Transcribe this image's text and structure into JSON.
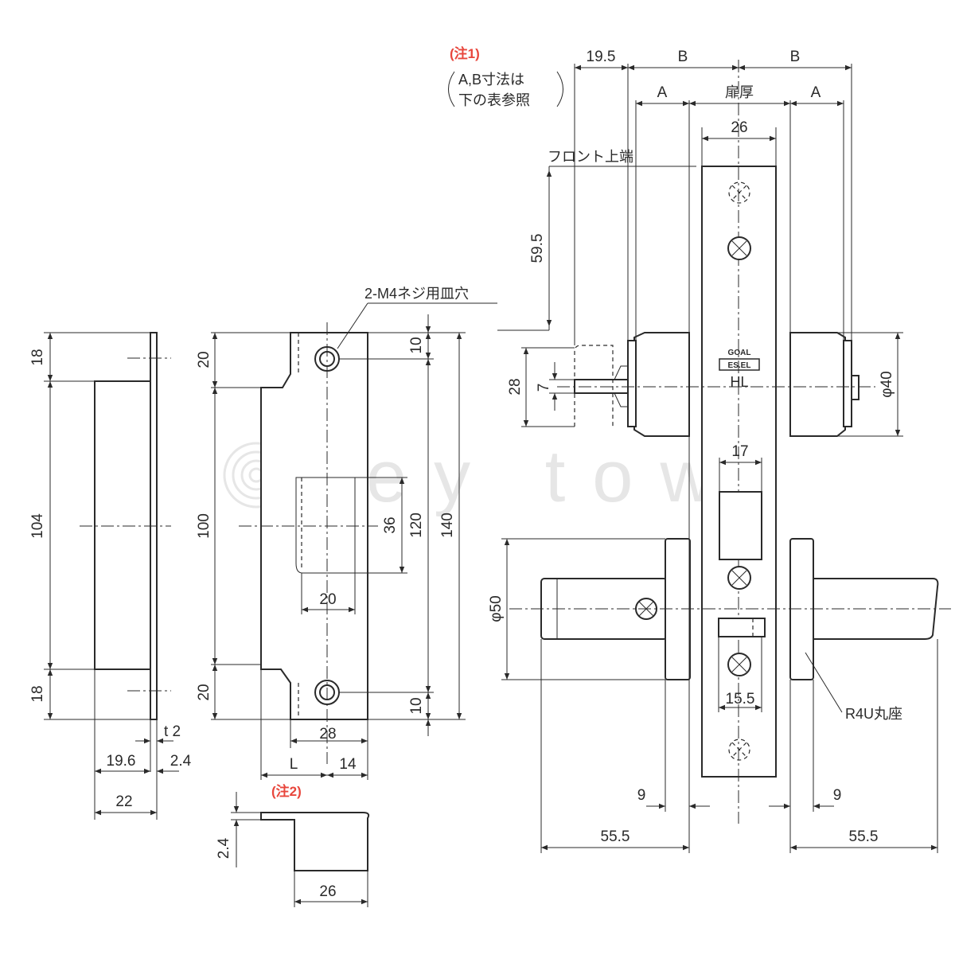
{
  "colors": {
    "line": "#2a2a2a",
    "note": "#e8463c",
    "watermark": "#e6e6e6",
    "background": "#ffffff"
  },
  "watermark": {
    "text": "key town"
  },
  "notes": {
    "note1_tag": "(注1)",
    "note1_line1": "A,B寸法は",
    "note1_line2": "下の表参照",
    "note2_tag": "(注2)"
  },
  "labels": {
    "screw_holes": "2-M4ネジ用皿穴",
    "front_top": "フロント上端",
    "door_thickness": "扉厚",
    "rosette": "R4U丸座",
    "brand_top": "GOAL",
    "brand_mid": "ES.EL",
    "hand": "HL"
  },
  "strike_box": {
    "d18_top": "18",
    "d104": "104",
    "d18_bottom": "18",
    "t2": "t 2",
    "d19_6": "19.6",
    "d2_4": "2.4",
    "d22": "22"
  },
  "strike_plate": {
    "d20_top": "20",
    "d100": "100",
    "d20_bottom": "20",
    "d10_top": "10",
    "d10_bottom": "10",
    "d36": "36",
    "d120": "120",
    "d140": "140",
    "d20_opening": "20",
    "d28": "28",
    "dL": "L",
    "d14": "14"
  },
  "strike_side": {
    "d2_4": "2.4",
    "d26": "26"
  },
  "lockset": {
    "d19_5": "19.5",
    "dB_left": "B",
    "dB_right": "B",
    "dA_left": "A",
    "dA_right": "A",
    "d26": "26",
    "d59_5": "59.5",
    "d28": "28",
    "d7": "7",
    "d40": "φ40",
    "d17": "17",
    "d50": "φ50",
    "d15_5": "15.5",
    "d9_left": "9",
    "d9_right": "9",
    "d55_5_left": "55.5",
    "d55_5_right": "55.5"
  }
}
